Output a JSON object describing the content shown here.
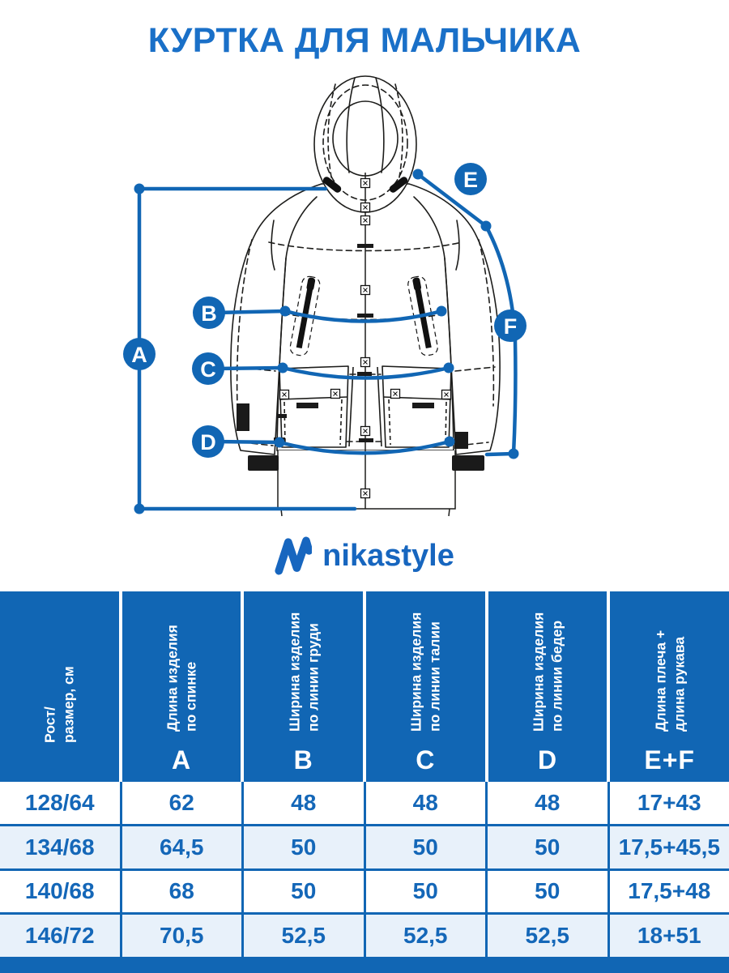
{
  "title": "КУРТКА ДЛЯ МАЛЬЧИКА",
  "logo": {
    "text": "nikastyle"
  },
  "colors": {
    "primary_blue": "#1166b4",
    "title_blue": "#1a70c8",
    "logo_blue": "#1766bf",
    "cell_text_blue": "#1467b8",
    "row_alt": "#e8f1fa",
    "drawing_ink": "#1d1d1b"
  },
  "diagram": {
    "points": [
      {
        "letter": "A"
      },
      {
        "letter": "B"
      },
      {
        "letter": "C"
      },
      {
        "letter": "D"
      },
      {
        "letter": "E"
      },
      {
        "letter": "F"
      }
    ]
  },
  "table": {
    "columns": [
      {
        "letter": "",
        "label_lines": [
          "Рост/",
          "размер, см"
        ]
      },
      {
        "letter": "A",
        "label_lines": [
          "Длина изделия",
          "по спинке"
        ]
      },
      {
        "letter": "B",
        "label_lines": [
          "Ширина изделия",
          "по линии груди"
        ]
      },
      {
        "letter": "C",
        "label_lines": [
          "Ширина изделия",
          "по линии талии"
        ]
      },
      {
        "letter": "D",
        "label_lines": [
          "Ширина изделия",
          "по линии бедер"
        ]
      },
      {
        "letter": "E+F",
        "label_lines": [
          "Длина плеча +",
          "длина рукава"
        ]
      }
    ],
    "rows": [
      [
        "128/64",
        "62",
        "48",
        "48",
        "48",
        "17+43"
      ],
      [
        "134/68",
        "64,5",
        "50",
        "50",
        "50",
        "17,5+45,5"
      ],
      [
        "140/68",
        "68",
        "50",
        "50",
        "50",
        "17,5+48"
      ],
      [
        "146/72",
        "70,5",
        "52,5",
        "52,5",
        "52,5",
        "18+51"
      ]
    ]
  }
}
